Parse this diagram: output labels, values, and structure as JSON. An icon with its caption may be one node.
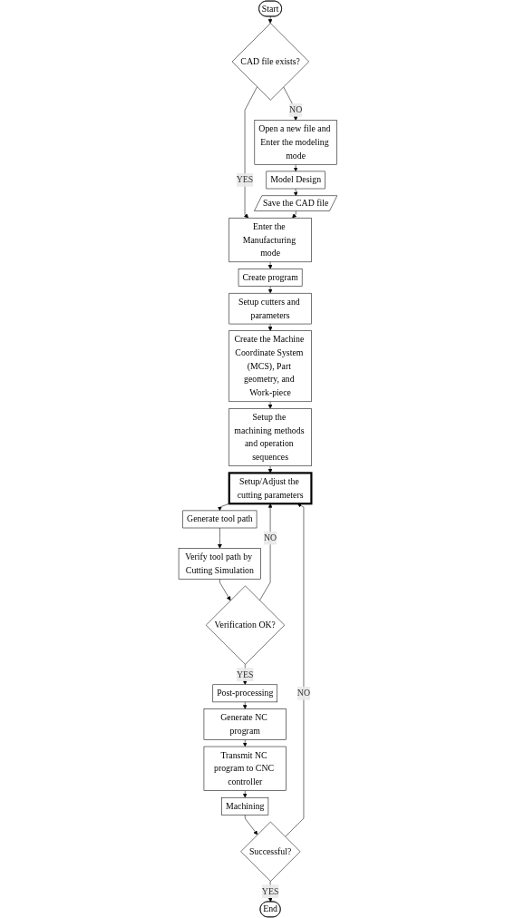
{
  "diagram": {
    "nodes": [
      {
        "text": [
          "Start"
        ]
      },
      {
        "text": [
          "CAD file exists?"
        ]
      },
      {
        "text": [
          "Open a new file and Enter the modeling mode"
        ]
      },
      {
        "text": [
          "Model Design"
        ]
      },
      {
        "text": [
          "Save the CAD file"
        ]
      },
      {
        "text": [
          "Enter the Manufacturing mode"
        ]
      },
      {
        "text": [
          "Create program"
        ]
      },
      {
        "text": [
          "Setup cutters and parameters"
        ]
      },
      {
        "text": [
          "Create the Machine Coordinate System (MCS), Part geometry, and Work-piece"
        ]
      },
      {
        "text": [
          "Setup the machining methods and operation sequences"
        ]
      },
      {
        "text": [
          "Setup/Adjust the cutting parameters"
        ]
      },
      {
        "text": [
          "Generate tool path"
        ]
      },
      {
        "text": [
          "Verify tool path by Cutting Simulation"
        ]
      },
      {
        "text": [
          "Verification OK?"
        ]
      },
      {
        "text": [
          "Post-processing"
        ]
      },
      {
        "text": [
          "Generate NC program"
        ]
      },
      {
        "text": [
          "Transmit NC program to CNC controller"
        ]
      },
      {
        "text": [
          "Machining"
        ]
      },
      {
        "text": [
          "Successful?"
        ]
      },
      {
        "text": [
          "End"
        ]
      }
    ],
    "edges": [
      {
        "from": 0,
        "to": 1,
        "arrow": "to"
      },
      {
        "from": 1,
        "to": 2,
        "arrow": "to",
        "label": "NO"
      },
      {
        "from": 1,
        "to": 5,
        "arrow": "to",
        "label": "YES"
      },
      {
        "from": 2,
        "to": 3,
        "arrow": "to"
      },
      {
        "from": 3,
        "to": 4,
        "arrow": "to"
      },
      {
        "from": 4,
        "to": 5,
        "arrow": "to"
      },
      {
        "from": 5,
        "to": 6,
        "arrow": "to"
      },
      {
        "from": 6,
        "to": 7,
        "arrow": "to"
      },
      {
        "from": 7,
        "to": 8,
        "arrow": "to"
      },
      {
        "from": 8,
        "to": 9,
        "arrow": "to"
      },
      {
        "from": 9,
        "to": 10,
        "arrow": "to"
      },
      {
        "from": 10,
        "to": 11,
        "arrow": "to"
      },
      {
        "from": 11,
        "to": 12,
        "arrow": "to"
      },
      {
        "from": 12,
        "to": 13,
        "arrow": "to"
      },
      {
        "from": 13,
        "to": 10,
        "arrow": "to",
        "label": "NO"
      },
      {
        "from": 13,
        "to": 14,
        "arrow": "to",
        "label": "YES"
      },
      {
        "from": 14,
        "to": 15,
        "arrow": "to"
      },
      {
        "from": 15,
        "to": 16,
        "arrow": "to"
      },
      {
        "from": 16,
        "to": 17,
        "arrow": "to"
      },
      {
        "from": 17,
        "to": 18,
        "arrow": "to"
      },
      {
        "from": 18,
        "to": 10,
        "arrow": "to",
        "label": "NO"
      },
      {
        "from": 18,
        "to": 19,
        "arrow": "to",
        "label": "YES"
      }
    ]
  }
}
